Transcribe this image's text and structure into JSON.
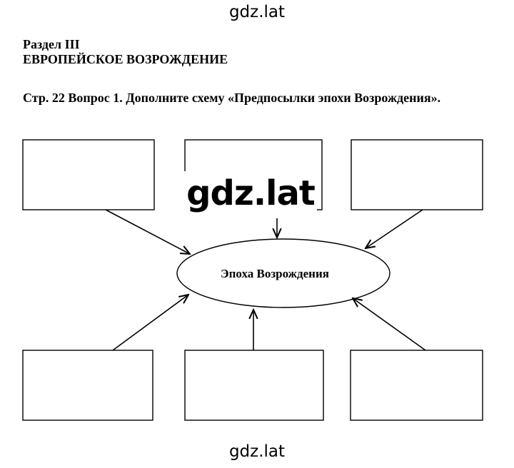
{
  "watermark": "gdz.lat",
  "section": {
    "number": "Раздел III",
    "title": "ЕВРОПЕЙСКОЕ ВОЗРОЖДЕНИЕ"
  },
  "question": {
    "text": "Стр. 22 Вопрос 1. Дополните схему «Предпосылки эпохи Возрождения»."
  },
  "scheme": {
    "center_label": "Эпоха Возрождения",
    "boxes": [
      "",
      "",
      "",
      "",
      "",
      ""
    ]
  }
}
